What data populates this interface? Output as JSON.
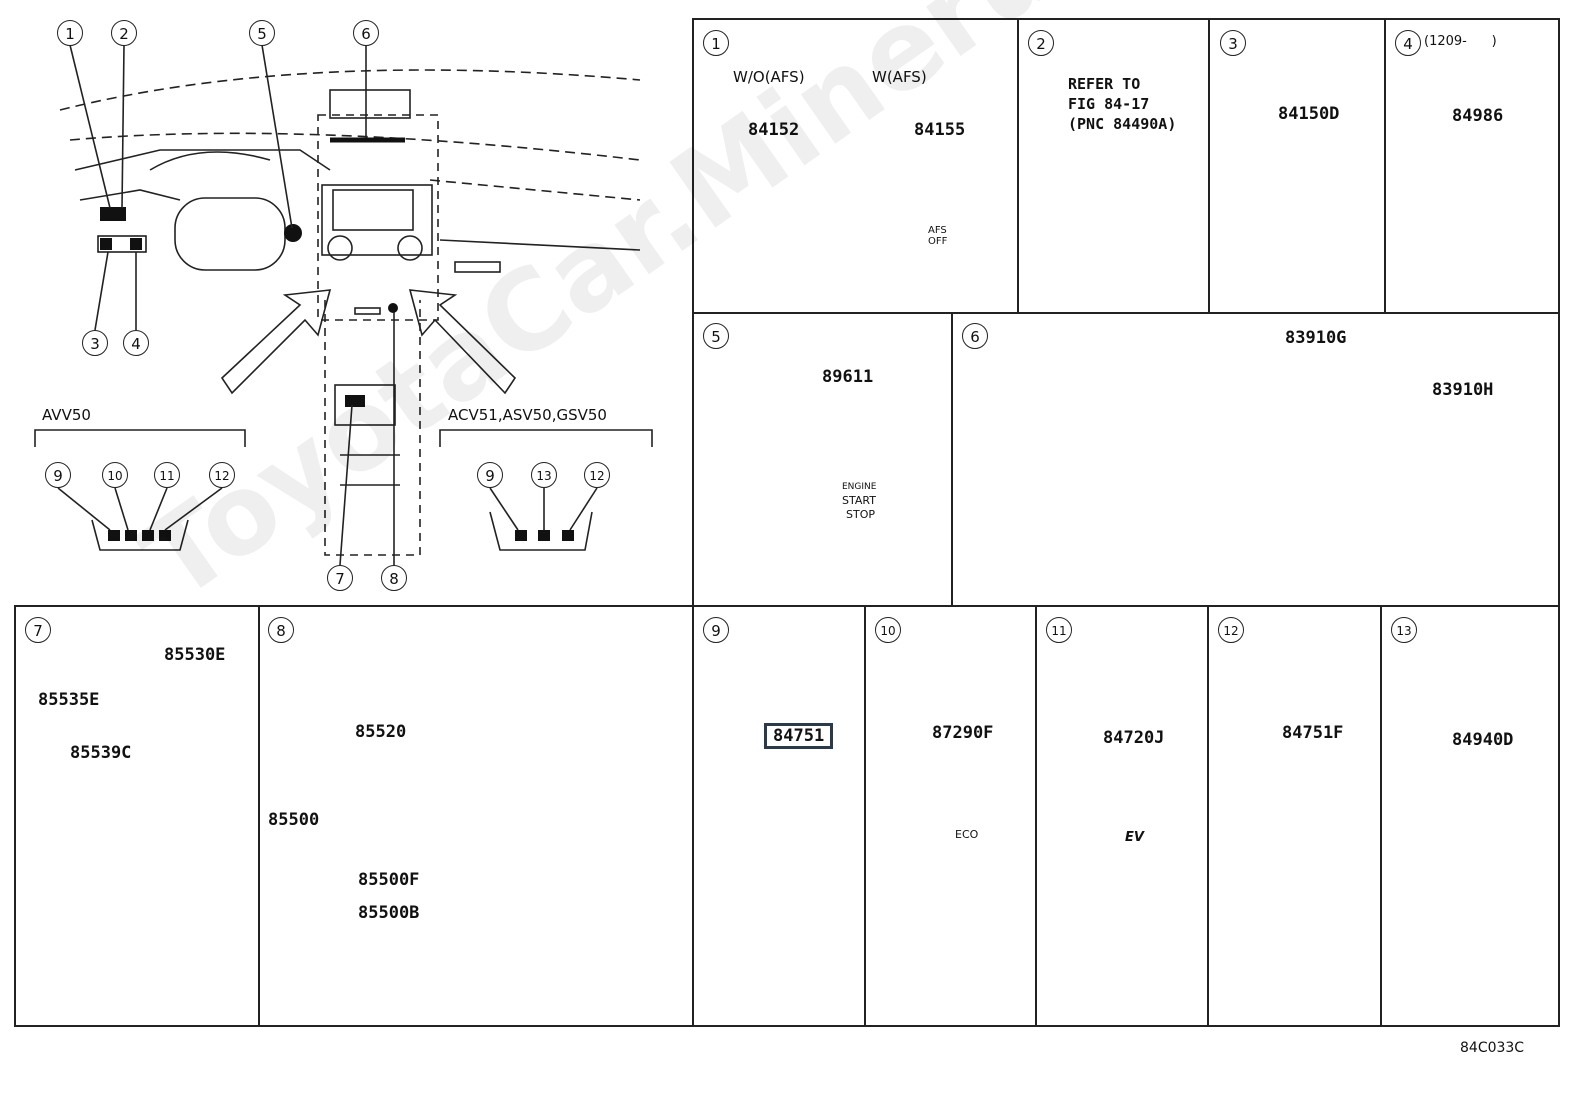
{
  "overview": {
    "callouts": [
      "1",
      "2",
      "3",
      "4",
      "5",
      "6",
      "7",
      "8"
    ],
    "avv_label": "AVV50",
    "avv_callouts": [
      "9",
      "10",
      "11",
      "12"
    ],
    "acv_label": "ACV51,ASV50,GSV50",
    "acv_callouts": [
      "9",
      "13",
      "12"
    ]
  },
  "panels": {
    "p1": {
      "num": "1",
      "wo_afs": "W/O(AFS)",
      "w_afs": "W(AFS)",
      "part_a": "84152",
      "part_b": "84155",
      "afs_text": "AFS\nOFF"
    },
    "p2": {
      "num": "2",
      "refer_line1": "REFER TO",
      "refer_line2": "FIG 84-17",
      "refer_line3": "(PNC 84490A)"
    },
    "p3": {
      "num": "3",
      "part": "84150D"
    },
    "p4": {
      "num": "4",
      "note": "(1209-      )",
      "part": "84986"
    },
    "p5": {
      "num": "5",
      "part": "89611",
      "btn_line1": "ENGINE",
      "btn_line2": "START",
      "btn_line3": "STOP"
    },
    "p6": {
      "num": "6",
      "part_a": "83910G",
      "part_b": "83910H"
    },
    "p7": {
      "num": "7",
      "part_a": "85530E",
      "part_b": "85535E",
      "part_c": "85539C"
    },
    "p8": {
      "num": "8",
      "part_a": "85520",
      "part_b": "85500",
      "part_c": "85500F",
      "part_d": "85500B"
    },
    "p9": {
      "num": "9",
      "part": "84751"
    },
    "p10": {
      "num": "10",
      "part": "87290F",
      "btn_text": "ECO"
    },
    "p11": {
      "num": "11",
      "part": "84720J",
      "btn_text": "EV"
    },
    "p12": {
      "num": "12",
      "part": "84751F"
    },
    "p13": {
      "num": "13",
      "part": "84940D"
    }
  },
  "watermark": "ToyotaCar.Mineru",
  "diagram_code": "84C033C"
}
